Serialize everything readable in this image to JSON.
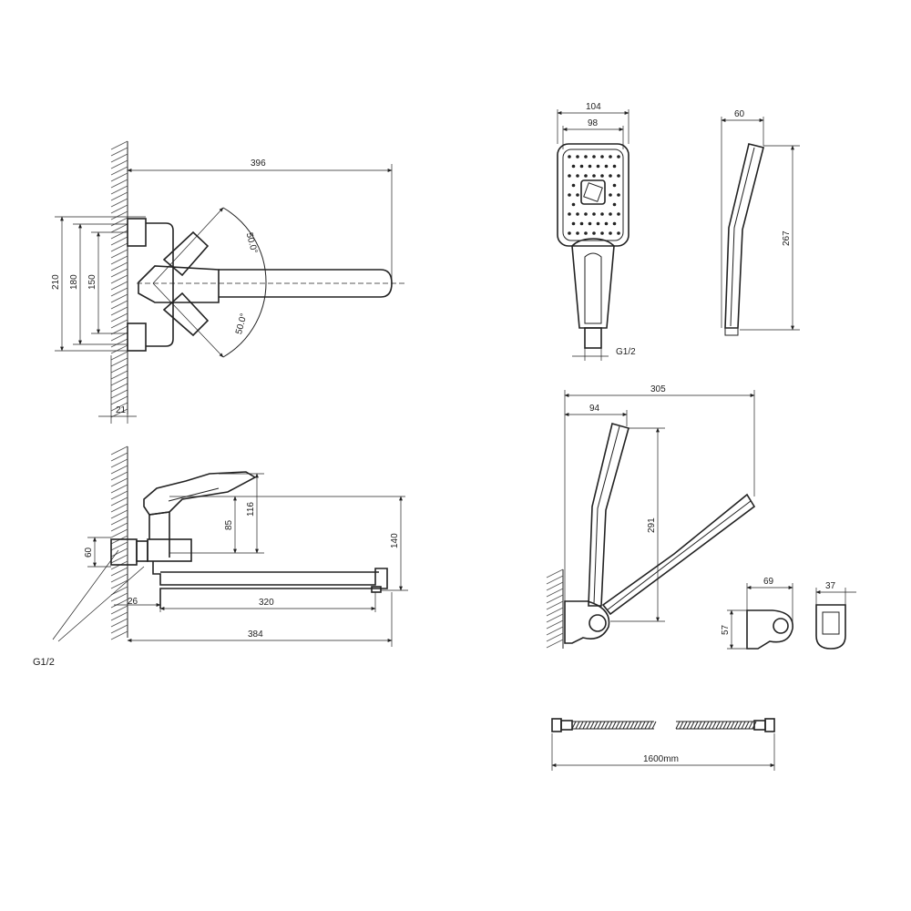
{
  "faucet_top": {
    "width": "396",
    "height_outer": "210",
    "height_inner": "180",
    "height_center": "150",
    "angle_top": "50.0°",
    "angle_bottom": "50.0°",
    "wall_gap": "21"
  },
  "faucet_side": {
    "height_handle": "116",
    "height_body": "85",
    "height_total": "140",
    "height_inlet": "60",
    "spout_offset": "26",
    "spout_length": "320",
    "total_length": "384",
    "thread_label": "G1/2"
  },
  "handshower": {
    "width_outer": "104",
    "width_inner": "98",
    "thread_label": "G1/2",
    "depth": "60",
    "length": "267"
  },
  "holder_view": {
    "reach": "305",
    "offset": "94",
    "height": "291"
  },
  "bracket": {
    "width": "69",
    "height": "57",
    "front_width": "37"
  },
  "hose": {
    "length_label": "1600mm"
  }
}
